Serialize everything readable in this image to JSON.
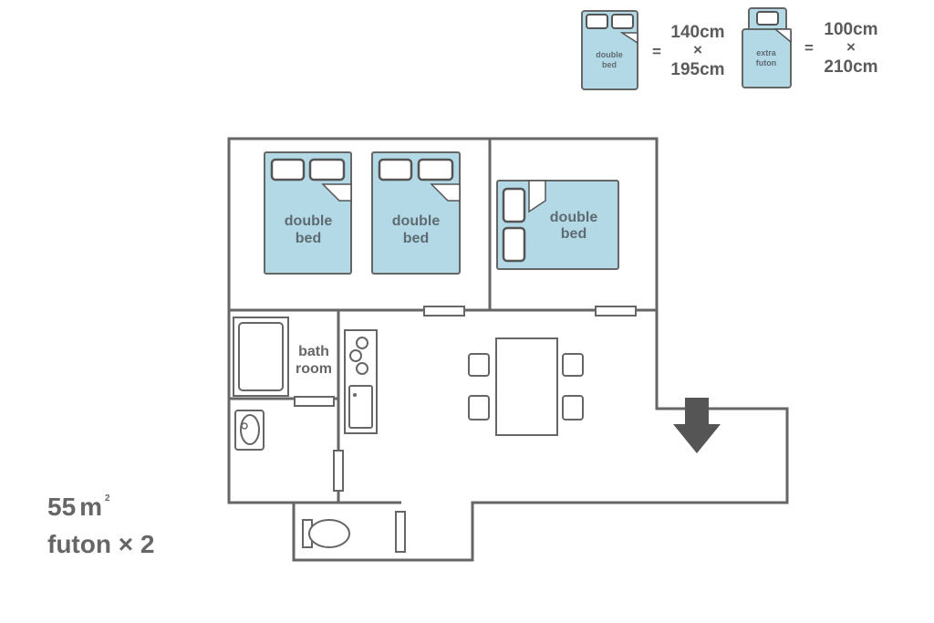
{
  "legend": {
    "double_bed": {
      "label_1": "double",
      "label_2": "bed",
      "equals": "=",
      "dim_1": "140cm",
      "times": "×",
      "dim_2": "195cm"
    },
    "extra_futon": {
      "label_1": "extra",
      "label_2": "futon",
      "equals": "=",
      "dim_1": "100cm",
      "times": "×",
      "dim_2": "210cm"
    }
  },
  "rooms": {
    "bed_1": {
      "label_1": "double",
      "label_2": "bed"
    },
    "bed_2": {
      "label_1": "double",
      "label_2": "bed"
    },
    "bed_3": {
      "label_1": "double",
      "label_2": "bed"
    },
    "bathroom": {
      "label_1": "bath",
      "label_2": "room"
    }
  },
  "info": {
    "area": "55",
    "area_unit": "m",
    "area_sup": "2",
    "futon": "futon × 2"
  },
  "colors": {
    "bed_fill": "#b3d9e6",
    "wall": "#666666",
    "text": "#5e6b72"
  }
}
